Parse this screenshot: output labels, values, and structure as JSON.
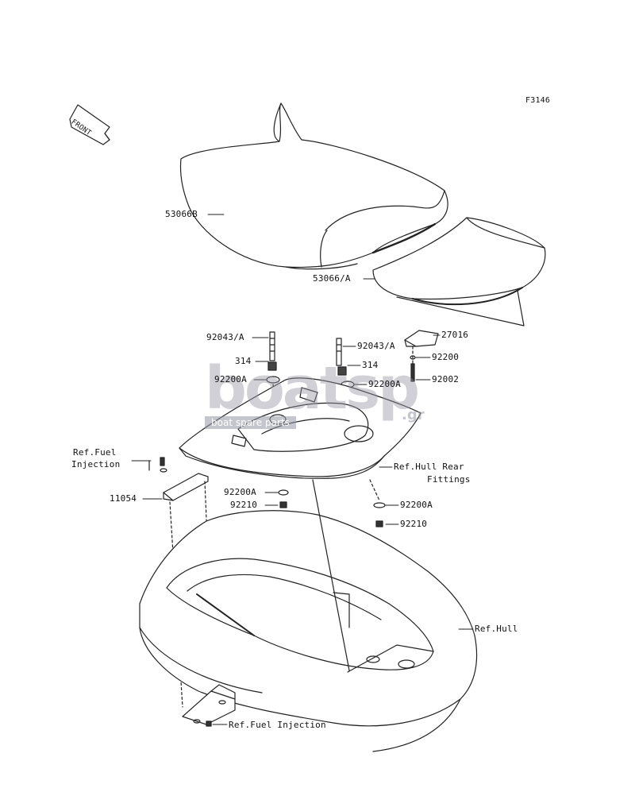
{
  "diagram": {
    "code": "F3146",
    "front_label": "FRONT",
    "watermark": {
      "brand": "boatsp",
      "tagline": "boat spare parts",
      "tld": ".gr"
    },
    "labels": {
      "seat_front": "53066B",
      "seat_rear": "53066/A",
      "bolt_left": "92043/A",
      "bolt_right": "92043/A",
      "part_314_left": "314",
      "part_314_right": "314",
      "washer_left_top": "92200A",
      "washer_right_top": "92200A",
      "latch": "27016",
      "washer_latch": "92200",
      "bolt_latch": "92002",
      "ref_fuel_top_1": "Ref.Fuel",
      "ref_fuel_top_2": "Injection",
      "bracket": "11054",
      "ref_hull_rear_1": "Ref.Hull Rear",
      "ref_hull_rear_2": "Fittings",
      "washer_mid": "92200A",
      "nut_mid": "92210",
      "washer_right_low": "92200A",
      "nut_right_low": "92210",
      "ref_hull": "Ref.Hull",
      "ref_fuel_bottom": "Ref.Fuel Injection"
    }
  }
}
